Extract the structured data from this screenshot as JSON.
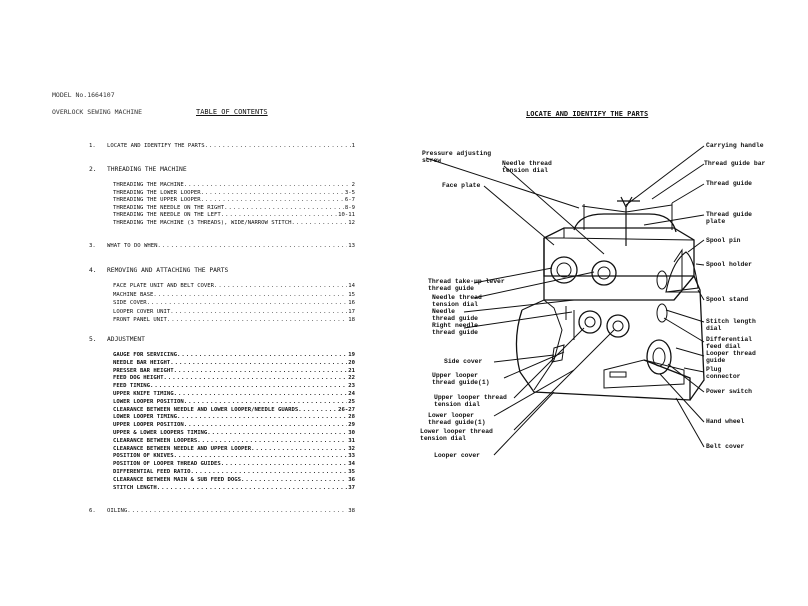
{
  "left": {
    "header_line1": "MODEL No.1664107",
    "header_line2": "OVERLOCK SEWING MACHINE",
    "toc_title": "TABLE OF CONTENTS",
    "sections": [
      {
        "num": "1.",
        "title": "LOCATE AND IDENTIFY THE PARTS",
        "page": "1",
        "items": []
      },
      {
        "num": "2.",
        "title": "THREADING THE MACHINE",
        "page": "",
        "items": [
          {
            "t": "THREADING THE MACHINE",
            "p": "2"
          },
          {
            "t": "THREADING THE LOWER LOOPER",
            "p": "3-5"
          },
          {
            "t": "THREADING THE UPPER LOOPER",
            "p": "6-7"
          },
          {
            "t": "THREADING THE NEEDLE ON THE RIGHT",
            "p": "8-9"
          },
          {
            "t": "THREADING THE NEEDLE ON THE LEFT",
            "p": "10-11"
          },
          {
            "t": "THREADING THE MACHINE (3 THREADS), WIDE/NARROW STITCH",
            "p": "12"
          }
        ]
      },
      {
        "num": "3.",
        "title": "WHAT TO DO WHEN",
        "page": "13",
        "items": []
      },
      {
        "num": "4.",
        "title": "REMOVING AND ATTACHING THE PARTS",
        "page": "",
        "items": [
          {
            "t": "FACE PLATE UNIT AND BELT COVER",
            "p": "14"
          },
          {
            "t": "MACHINE BASE",
            "p": "15"
          },
          {
            "t": "SIDE COVER",
            "p": "16"
          },
          {
            "t": "LOOPER COVER UNIT",
            "p": "17"
          },
          {
            "t": "FRONT PANEL UNIT",
            "p": "18"
          }
        ]
      },
      {
        "num": "5.",
        "title": "ADJUSTMENT",
        "page": "",
        "items": [
          {
            "t": "GAUGE FOR SERVICING",
            "p": "19"
          },
          {
            "t": "NEEDLE BAR HEIGHT",
            "p": "20"
          },
          {
            "t": "PRESSER BAR HEIGHT",
            "p": "21"
          },
          {
            "t": "FEED DOG HEIGHT",
            "p": "22"
          },
          {
            "t": "FEED TIMING",
            "p": "23"
          },
          {
            "t": "UPPER KNIFE TIMING",
            "p": "24"
          },
          {
            "t": "LOWER LOOPER POSITION",
            "p": "25"
          },
          {
            "t": "CLEARANCE BETWEEN NEEDLE AND LOWER LOOPER/NEEDLE GUARDS",
            "p": "26-27"
          },
          {
            "t": "LOWER LOOPER TIMING",
            "p": "28"
          },
          {
            "t": "UPPER LOOPER POSITION",
            "p": "29"
          },
          {
            "t": "UPPER & LOWER LOOPERS TIMING",
            "p": "30"
          },
          {
            "t": "CLEARANCE BETWEEN LOOPERS",
            "p": "31"
          },
          {
            "t": "CLEARANCE BETWEEN NEEDLE AND UPPER LOOPER",
            "p": "32"
          },
          {
            "t": "POSITION OF KNIVES",
            "p": "33"
          },
          {
            "t": "POSITION OF LOOPER THREAD GUIDES",
            "p": "34"
          },
          {
            "t": "DIFFERENTIAL FEED RATIO",
            "p": "35"
          },
          {
            "t": "CLEARANCE BETWEEN MAIN & SUB FEED DOGS",
            "p": "36"
          },
          {
            "t": "STITCH LENGTH",
            "p": "37"
          }
        ]
      },
      {
        "num": "6.",
        "title": "OILING",
        "page": "38",
        "items": []
      }
    ]
  },
  "right": {
    "title": "LOCATE AND IDENTIFY THE PARTS",
    "labels": {
      "pressure": "Pressure adjusting\nscrew",
      "needle_tension": "Needle thread\ntension dial",
      "face_plate": "Face plate",
      "carrying_handle": "Carrying handle",
      "thread_guide_bar": "Thread guide bar",
      "thread_guide": "Thread guide",
      "thread_guide_plate": "Thread guide\nplate",
      "spool_pin": "Spool pin",
      "spool_holder": "Spool holder",
      "takeup": "Thread take-up lever\nthread guide",
      "needle_tension2": "Needle thread\ntension dial",
      "needle_guide": "Needle\nthread guide",
      "right_needle": "Right needle\nthread guide",
      "spool_stand": "Spool stand",
      "stitch_length": "Stitch length\ndial",
      "diff_feed": "Differential\nfeed dial",
      "looper_guide": "Looper thread\nguide",
      "plug": "Plug\nconnector",
      "side_cover": "Side cover",
      "upper_looper_guide": "Upper looper\nthread guide(1)",
      "power": "Power switch",
      "upper_looper_tension": "Upper looper thread\ntension dial",
      "lower_looper_guide": "Lower looper\nthread guide(1)",
      "hand_wheel": "Hand wheel",
      "lower_looper_tension": "Lower looper thread\ntension dial",
      "belt_cover": "Belt cover",
      "looper_cover": "Looper cover"
    }
  }
}
